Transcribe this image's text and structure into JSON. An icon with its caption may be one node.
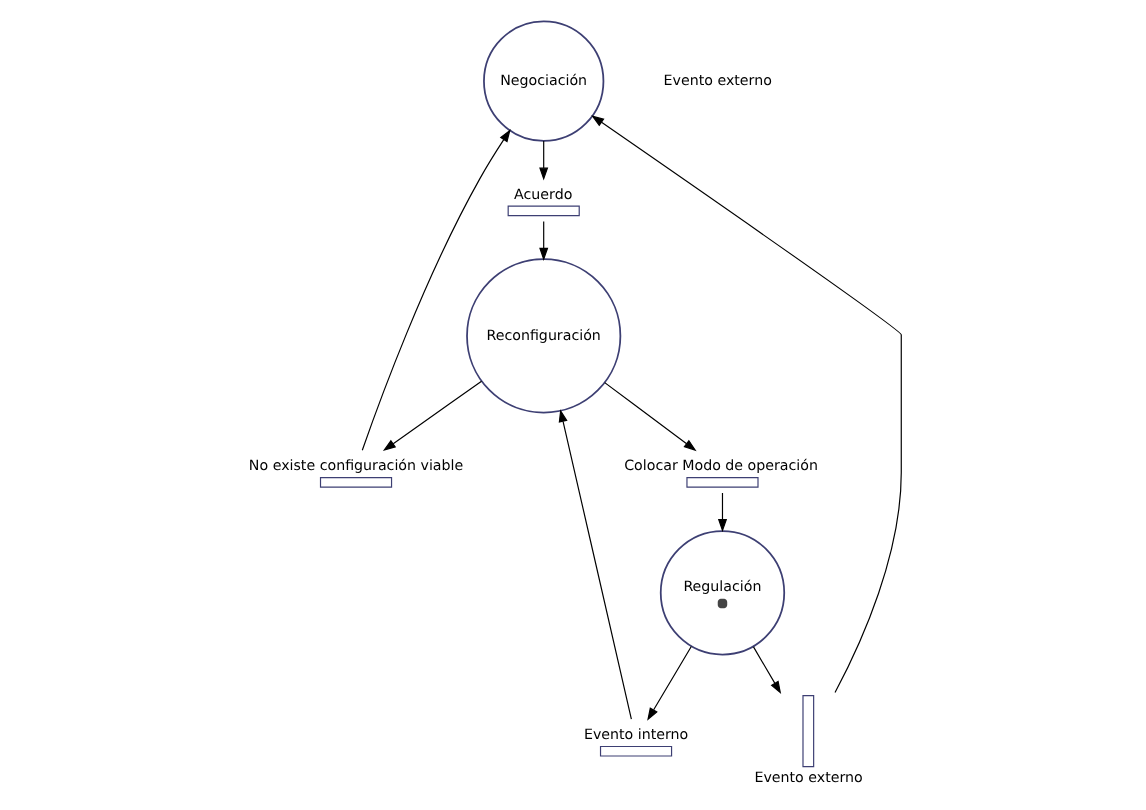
{
  "diagram": {
    "nodes": [
      {
        "text": [
          "Negociación"
        ]
      },
      {
        "text": [
          "Acuerdo"
        ]
      },
      {
        "text": [
          "No existe configuración viable"
        ]
      },
      {
        "text": [
          "Reconfiguración"
        ]
      },
      {
        "text": [
          "Colocar Modo de operación"
        ]
      },
      {
        "text": [
          "Evento interno"
        ]
      },
      {
        "text": [
          "Regulación"
        ]
      },
      {
        "text": [
          "Evento externo"
        ]
      }
    ],
    "edges": [
      {
        "from": 0,
        "to": 1,
        "arrow": "to"
      },
      {
        "from": 1,
        "to": 3,
        "arrow": "to"
      },
      {
        "from": 3,
        "to": 2,
        "arrow": "to"
      },
      {
        "from": 2,
        "to": 0,
        "arrow": "to"
      },
      {
        "from": 3,
        "to": 4,
        "arrow": "to"
      },
      {
        "from": 4,
        "to": 6,
        "arrow": "to"
      },
      {
        "from": 6,
        "to": 5,
        "arrow": "to"
      },
      {
        "from": 5,
        "to": 3,
        "arrow": "to"
      },
      {
        "from": 6,
        "to": 7,
        "arrow": "to"
      },
      {
        "from": 7,
        "to": 0,
        "arrow": "to"
      }
    ],
    "labels": [
      "Evento externo"
    ]
  }
}
